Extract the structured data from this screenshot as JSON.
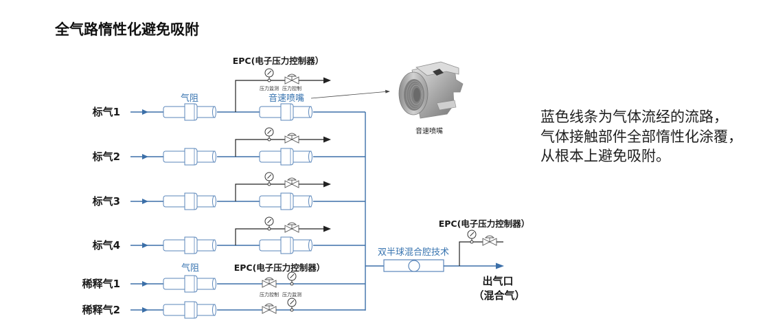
{
  "title": "全气路惰性化避免吸附",
  "colors": {
    "flow_line": "#3b6fa8",
    "fitting_stroke": "#5a86ba",
    "blue_label": "#3874b0",
    "branch_line": "#222222",
    "text": "#1a1a1a"
  },
  "diagram": {
    "inlets": [
      {
        "label": "标气1",
        "type": "standard"
      },
      {
        "label": "标气2",
        "type": "standard"
      },
      {
        "label": "标气3",
        "type": "standard"
      },
      {
        "label": "标气4",
        "type": "standard"
      },
      {
        "label": "稀释气1",
        "type": "dilution"
      },
      {
        "label": "稀释气2",
        "type": "dilution"
      }
    ],
    "restrictor_label": "气阻",
    "nozzle_label": "音速喷嘴",
    "epc_label": "EPC(电子压力控制器）",
    "pressure_monitor_label": "压力监测",
    "pressure_control_label": "压力控制",
    "dilution_restrictor_label": "气阻",
    "dilution_epc_label": "EPC(电子压力控制器）",
    "mixer_label": "双半球混合腔技术",
    "outlet_epc_label": "EPC(电子压力控制器）",
    "outlet_label": "出气口",
    "outlet_sub_label": "（混合气）"
  },
  "photo": {
    "icon": "sonic-nozzle-photo",
    "caption": "音速喷嘴"
  },
  "note": {
    "lines": [
      "蓝色线条为气体流经的流路，",
      "气体接触部件全部惰性化涂覆，",
      "从根本上避免吸附。"
    ]
  }
}
